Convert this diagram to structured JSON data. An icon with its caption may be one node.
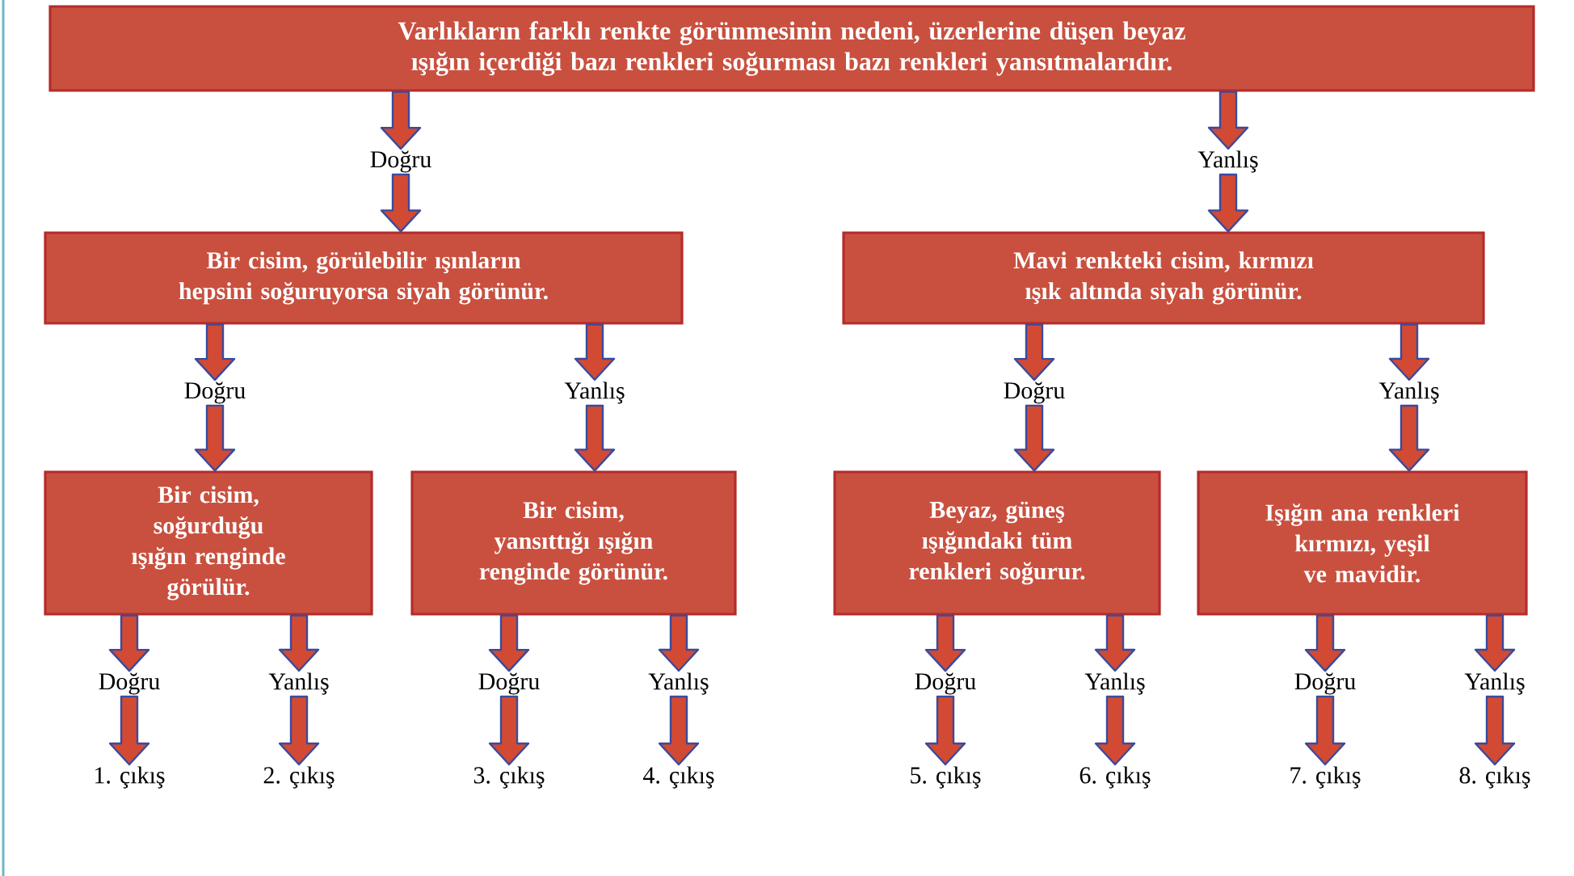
{
  "diagram": {
    "nodes": [
      {
        "text": [
          "Varlıkların farklı renkte görünmesinin nedeni, üzerlerine düşen beyaz ışığın içerdiği bazı renkleri soğurması bazı renkleri yansıtmalarıdır."
        ]
      },
      {
        "text": [
          "Doğru"
        ]
      },
      {
        "text": [
          "Yanlış"
        ]
      },
      {
        "text": [
          "Bir cisim, görülebilir ışınların hepsini soğuruyorsa siyah görünür."
        ]
      },
      {
        "text": [
          "Mavi renkteki cisim, kırmızı ışık altında siyah görünür."
        ]
      },
      {
        "text": [
          "Doğru"
        ]
      },
      {
        "text": [
          "Yanlış"
        ]
      },
      {
        "text": [
          "Doğru"
        ]
      },
      {
        "text": [
          "Yanlış"
        ]
      },
      {
        "text": [
          "Bir cisim, soğurduğu ışığın renginde görülür."
        ]
      },
      {
        "text": [
          "Bir cisim, yansıttığı ışığın renginde görünür."
        ]
      },
      {
        "text": [
          "Beyaz, güneş ışığındaki tüm renkleri soğurur."
        ]
      },
      {
        "text": [
          "Işığın ana renkleri kırmızı, yeşil ve mavidir."
        ]
      },
      {
        "text": [
          "Doğru"
        ]
      },
      {
        "text": [
          "Yanlış"
        ]
      },
      {
        "text": [
          "Doğru"
        ]
      },
      {
        "text": [
          "Yanlış"
        ]
      },
      {
        "text": [
          "Doğru"
        ]
      },
      {
        "text": [
          "Yanlış"
        ]
      },
      {
        "text": [
          "Doğru"
        ]
      },
      {
        "text": [
          "Yanlış"
        ]
      },
      {
        "text": [
          "1. çıkış"
        ]
      },
      {
        "text": [
          "2. çıkış"
        ]
      },
      {
        "text": [
          "3. çıkış"
        ]
      },
      {
        "text": [
          "4. çıkış"
        ]
      },
      {
        "text": [
          "5. çıkış"
        ]
      },
      {
        "text": [
          "6. çıkış"
        ]
      },
      {
        "text": [
          "7. çıkış"
        ]
      },
      {
        "text": [
          "8. çıkış"
        ]
      }
    ],
    "edges": [
      {
        "from": 0,
        "to": 1,
        "arrow": "to"
      },
      {
        "from": 0,
        "to": 2,
        "arrow": "to"
      },
      {
        "from": 1,
        "to": 3,
        "arrow": "to"
      },
      {
        "from": 2,
        "to": 4,
        "arrow": "to"
      },
      {
        "from": 3,
        "to": 5,
        "arrow": "to"
      },
      {
        "from": 3,
        "to": 6,
        "arrow": "to"
      },
      {
        "from": 4,
        "to": 7,
        "arrow": "to"
      },
      {
        "from": 4,
        "to": 8,
        "arrow": "to"
      },
      {
        "from": 5,
        "to": 9,
        "arrow": "to"
      },
      {
        "from": 6,
        "to": 10,
        "arrow": "to"
      },
      {
        "from": 7,
        "to": 11,
        "arrow": "to"
      },
      {
        "from": 8,
        "to": 12,
        "arrow": "to"
      },
      {
        "from": 9,
        "to": 13,
        "arrow": "to"
      },
      {
        "from": 9,
        "to": 14,
        "arrow": "to"
      },
      {
        "from": 10,
        "to": 15,
        "arrow": "to"
      },
      {
        "from": 10,
        "to": 16,
        "arrow": "to"
      },
      {
        "from": 11,
        "to": 17,
        "arrow": "to"
      },
      {
        "from": 11,
        "to": 18,
        "arrow": "to"
      },
      {
        "from": 12,
        "to": 19,
        "arrow": "to"
      },
      {
        "from": 12,
        "to": 20,
        "arrow": "to"
      },
      {
        "from": 13,
        "to": 21,
        "arrow": "to"
      },
      {
        "from": 14,
        "to": 22,
        "arrow": "to"
      },
      {
        "from": 15,
        "to": 23,
        "arrow": "to"
      },
      {
        "from": 16,
        "to": 24,
        "arrow": "to"
      },
      {
        "from": 17,
        "to": 25,
        "arrow": "to"
      },
      {
        "from": 18,
        "to": 26,
        "arrow": "to"
      },
      {
        "from": 19,
        "to": 27,
        "arrow": "to"
      },
      {
        "from": 20,
        "to": 28,
        "arrow": "to"
      }
    ]
  }
}
